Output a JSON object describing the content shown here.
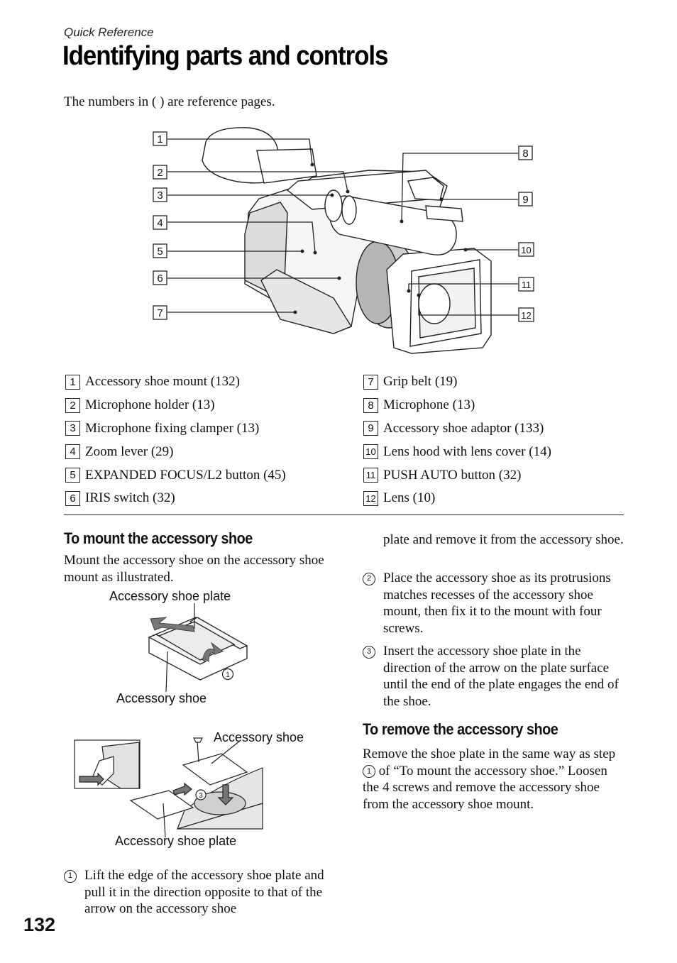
{
  "header": {
    "section": "Quick Reference",
    "title": "Identifying parts and controls",
    "intro": "The numbers in ( ) are reference pages."
  },
  "figure_callouts": [
    "1",
    "2",
    "3",
    "4",
    "5",
    "6",
    "7",
    "8",
    "9",
    "10",
    "11",
    "12"
  ],
  "parts_left": [
    {
      "num": "1",
      "label": "Accessory shoe mount (132)"
    },
    {
      "num": "2",
      "label": "Microphone holder (13)"
    },
    {
      "num": "3",
      "label": "Microphone fixing clamper (13)"
    },
    {
      "num": "4",
      "label": "Zoom lever (29)"
    },
    {
      "num": "5",
      "label": "EXPANDED FOCUS/L2 button (45)"
    },
    {
      "num": "6",
      "label": "IRIS switch (32)"
    }
  ],
  "parts_right": [
    {
      "num": "7",
      "label": "Grip belt (19)"
    },
    {
      "num": "8",
      "label": "Microphone (13)"
    },
    {
      "num": "9",
      "label": "Accessory shoe adaptor (133)"
    },
    {
      "num": "10",
      "label": "Lens hood with lens cover (14)"
    },
    {
      "num": "11",
      "label": "PUSH AUTO button (32)"
    },
    {
      "num": "12",
      "label": "Lens (10)"
    }
  ],
  "mount": {
    "heading": "To mount the accessory shoe",
    "intro": "Mount the accessory shoe on the accessory shoe mount as illustrated.",
    "fig1": {
      "top_label": "Accessory shoe plate",
      "bottom_label": "Accessory shoe",
      "step_marker": "1"
    },
    "fig2": {
      "top_label": "Accessory shoe",
      "bottom_label": "Accessory shoe plate",
      "step_marker": "3"
    },
    "steps": [
      {
        "num": "1",
        "text": "Lift the edge of the accessory shoe plate and pull it in the direction opposite to that of the arrow on the accessory shoe"
      },
      {
        "num": "",
        "text": "plate and remove it from the accessory shoe."
      },
      {
        "num": "2",
        "text": "Place the accessory shoe as its protrusions matches recesses of the accessory shoe mount, then fix it to the mount with four screws."
      },
      {
        "num": "3",
        "text": "Insert the accessory shoe plate in the direction of the arrow on the plate surface until the end of the plate engages the end of the shoe."
      }
    ]
  },
  "remove": {
    "heading": "To remove the accessory shoe",
    "text_before": "Remove the shoe plate in the same way as step",
    "step_ref": "1",
    "text_after": "of “To mount the accessory shoe.” Loosen the 4 screws and remove the accessory shoe from the accessory shoe mount."
  },
  "footer": {
    "page_number": "132"
  }
}
